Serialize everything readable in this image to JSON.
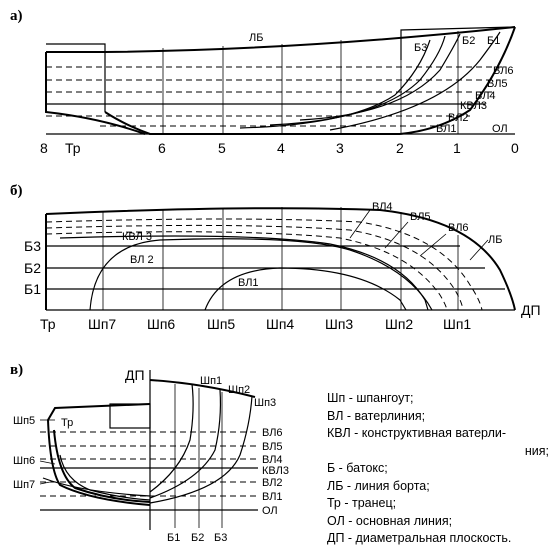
{
  "section_a": {
    "marker": "а)",
    "station_numbers": [
      "8",
      "6",
      "5",
      "4",
      "3",
      "2",
      "1",
      "0"
    ],
    "transom": "Тр",
    "sheer_label": "ЛБ",
    "buttocks": [
      "Б3",
      "Б2",
      "Б1"
    ],
    "waterlines": [
      "ВЛ6",
      "ВЛ5",
      "ВЛ4",
      "КВЛ3",
      "ВЛ2",
      "ВЛ1"
    ],
    "baseline": "ОЛ"
  },
  "section_b": {
    "marker": "б)",
    "buttocks": [
      "Б3",
      "Б2",
      "Б1"
    ],
    "waterline_labels": [
      "ВЛ4",
      "ВЛ5",
      "ВЛ6",
      "ЛБ",
      "КВЛ 3",
      "ВЛ 2",
      "ВЛ1"
    ],
    "stations": [
      "Тр",
      "Шп7",
      "Шп6",
      "Шп5",
      "Шп4",
      "Шп3",
      "Шп2",
      "Шп1"
    ],
    "centerline": "ДП"
  },
  "section_c": {
    "marker": "в)",
    "centerline": "ДП",
    "frames_bow": [
      "Шп1",
      "Шп2",
      "Шп3"
    ],
    "frames_stern": [
      "Шп5",
      "Тр",
      "Шп6",
      "Шп7"
    ],
    "waterlines": [
      "ВЛ6",
      "ВЛ5",
      "ВЛ4",
      "КВЛ3",
      "ВЛ2",
      "ВЛ1",
      "ОЛ"
    ],
    "buttocks": [
      "Б1",
      "Б2",
      "Б3"
    ]
  },
  "legend": [
    "Шп - шпангоут;",
    "ВЛ - ватерлиния;",
    "КВЛ - конструктивная ватерли-",
    "ния;",
    "Б - батокс;",
    "ЛБ - линия борта;",
    "Тр - транец;",
    "ОЛ - основная линия;",
    "ДП - диаметральная плоскость."
  ]
}
